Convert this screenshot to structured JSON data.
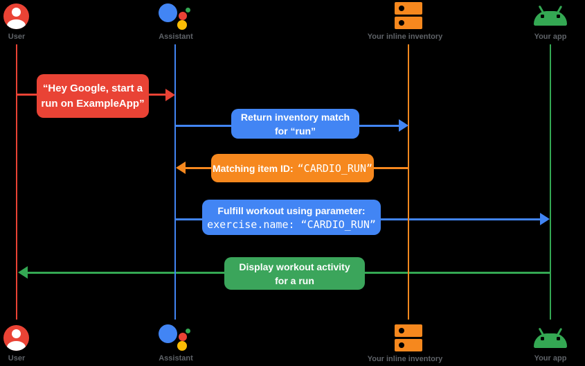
{
  "diagram": {
    "background": "#000000",
    "colors": {
      "red": "#E94335",
      "blue": "#4285F4",
      "orange": "#F6881E",
      "green": "#34A853",
      "label_gray": "#5F6368",
      "text_white": "#FFFFFF"
    },
    "actors": [
      {
        "id": "user",
        "label": "User",
        "icon": "user-icon",
        "color": "#EA4335"
      },
      {
        "id": "assistant",
        "label": "Assistant",
        "icon": "google-assistant-icon",
        "color": "#4285F4"
      },
      {
        "id": "inventory",
        "label": "Your inline inventory",
        "icon": "inventory-server-icon",
        "color": "#F6881E"
      },
      {
        "id": "app",
        "label": "Your app",
        "icon": "android-icon",
        "color": "#34A853"
      }
    ],
    "messages": [
      {
        "from": "User",
        "to": "Assistant",
        "color": "#E94335",
        "lines": [
          "“Hey Google, start a",
          "run on ExampleApp”"
        ]
      },
      {
        "from": "Assistant",
        "to": "Your inline inventory",
        "color": "#4285F4",
        "lines": [
          "Return inventory match",
          "for “run”"
        ]
      },
      {
        "from": "Your inline inventory",
        "to": "Assistant",
        "color": "#F6881E",
        "label": "Matching item ID:",
        "code": "“CARDIO_RUN”"
      },
      {
        "from": "Assistant",
        "to": "Your app",
        "color": "#4285F4",
        "label": "Fulfill workout using parameter:",
        "code": "exercise.name: “CARDIO_RUN”"
      },
      {
        "from": "Your app",
        "to": "User",
        "color": "#3BA55B",
        "lines": [
          "Display workout activity",
          "for a run"
        ]
      }
    ]
  }
}
